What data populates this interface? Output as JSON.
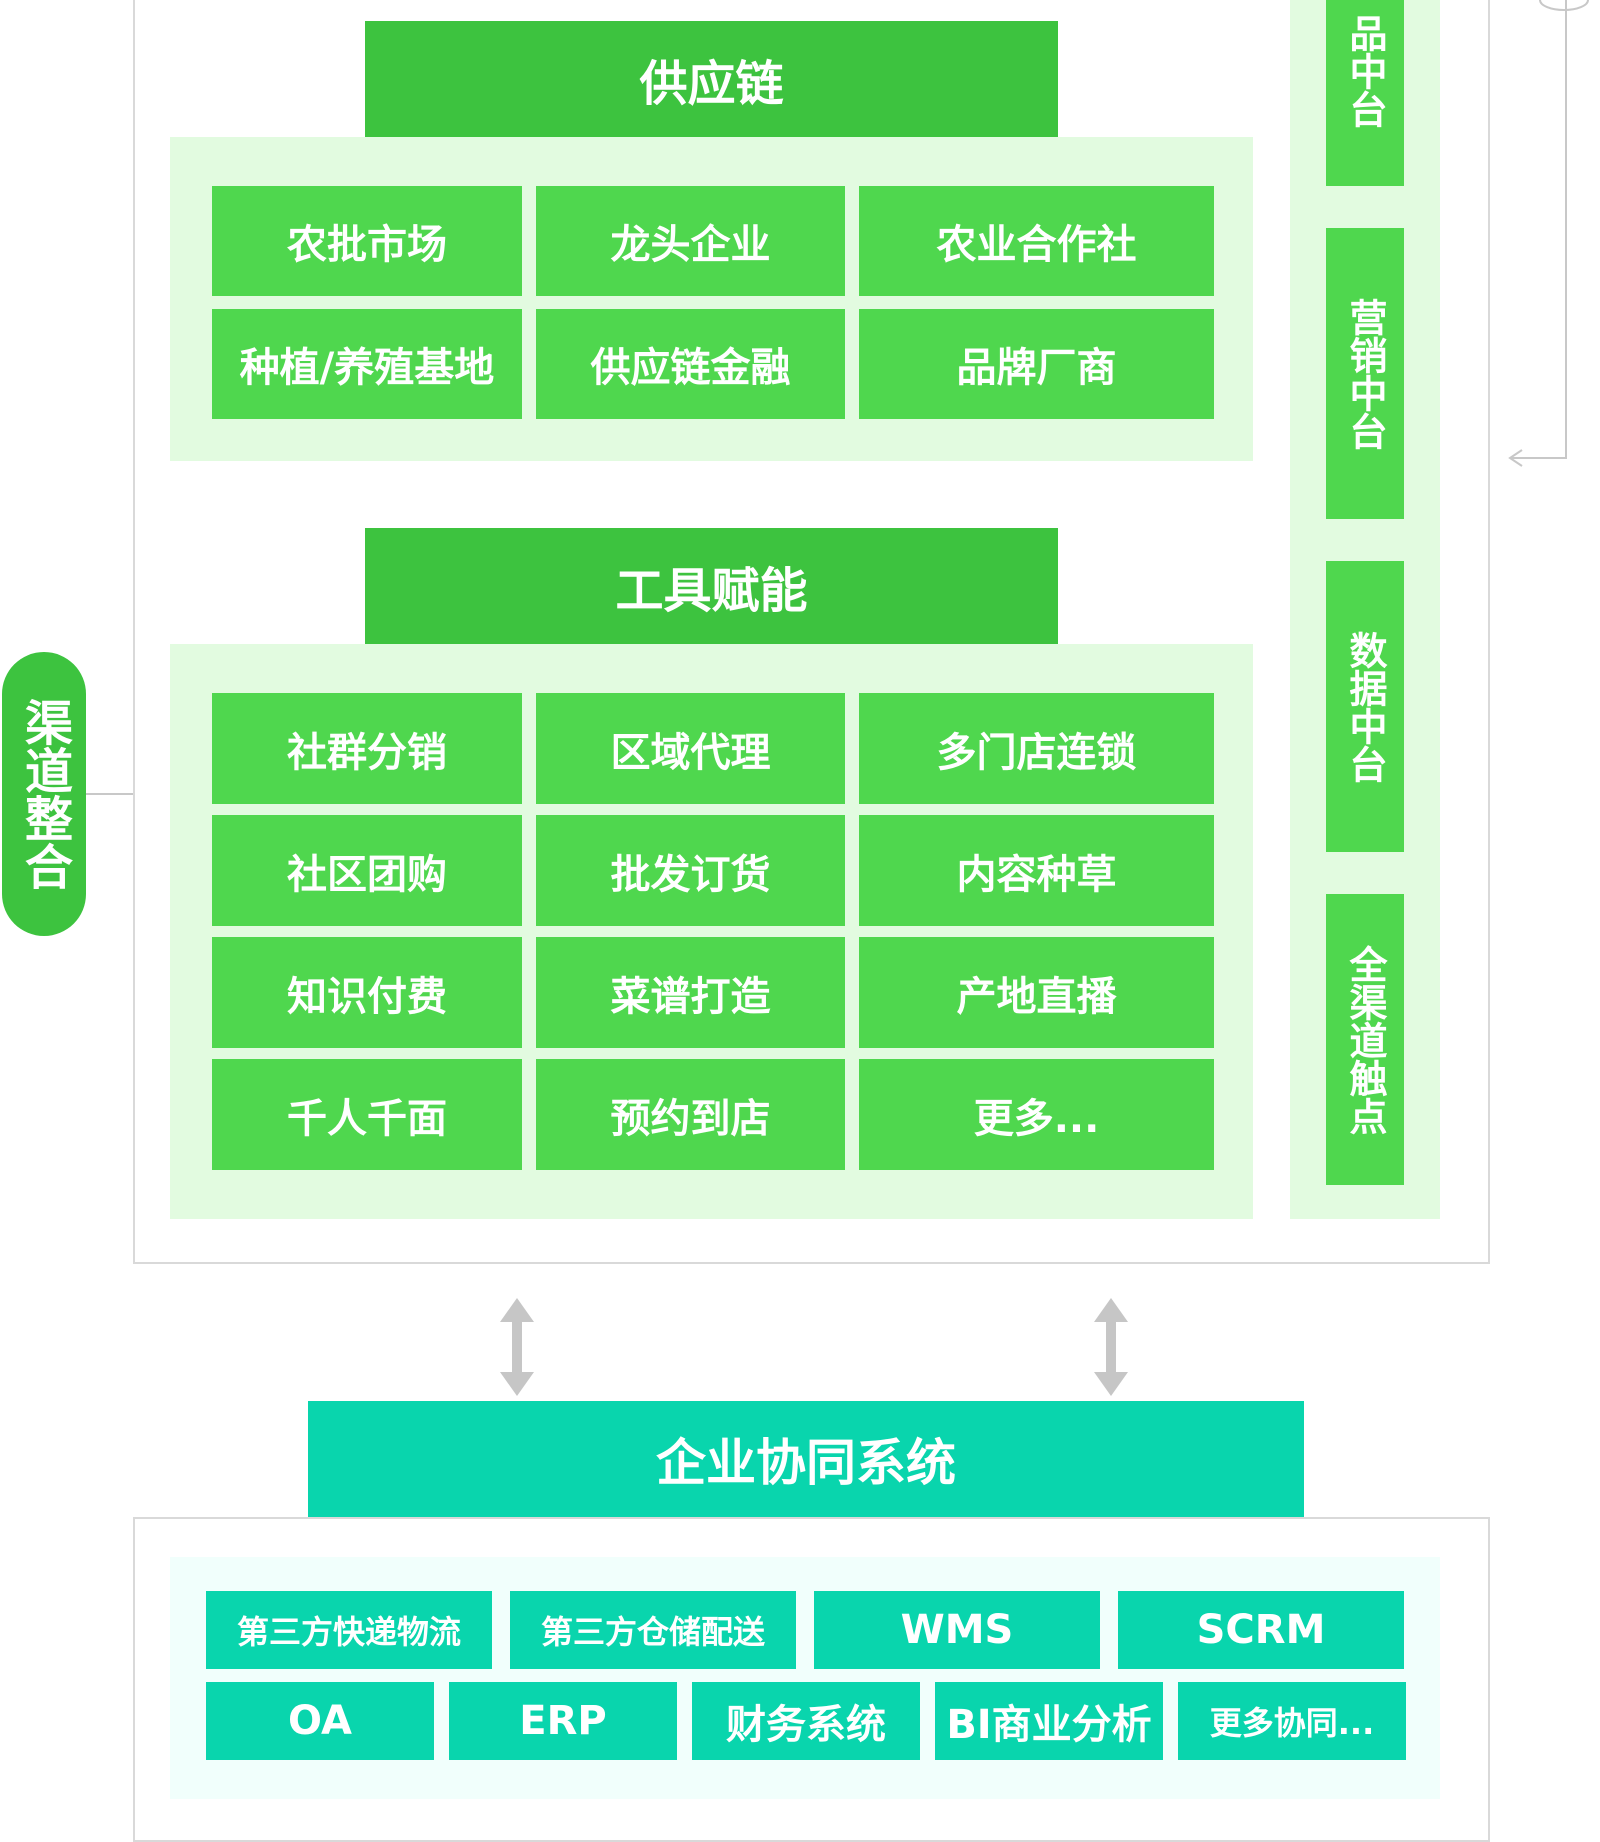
{
  "channel_integration": {
    "label": "渠道整合"
  },
  "supply_chain": {
    "title": "供应链",
    "items": [
      "农批市场",
      "龙头企业",
      "农业合作社",
      "种植/养殖基地",
      "供应链金融",
      "品牌厂商"
    ]
  },
  "tool_empowerment": {
    "title": "工具赋能",
    "items": [
      "社群分销",
      "区域代理",
      "多门店连锁",
      "社区团购",
      "批发订货",
      "内容种草",
      "知识付费",
      "菜谱打造",
      "产地直播",
      "千人千面",
      "预约到店",
      "更多..."
    ]
  },
  "middle_platforms": [
    "品中台",
    "营销中台",
    "数据中台",
    "全渠道触点"
  ],
  "enterprise_system": {
    "title": "企业协同系统",
    "row1": [
      "第三方快递物流",
      "第三方仓储配送",
      "WMS",
      "SCRM"
    ],
    "row2": [
      "OA",
      "ERP",
      "财务系统",
      "BI商业分析",
      "更多协同..."
    ]
  },
  "colors": {
    "dark_green": "#3dc33f",
    "green": "#4fd74e",
    "light_green": "#e2fbe0",
    "teal": "#09d5ad",
    "light_teal": "#f1fffc"
  }
}
